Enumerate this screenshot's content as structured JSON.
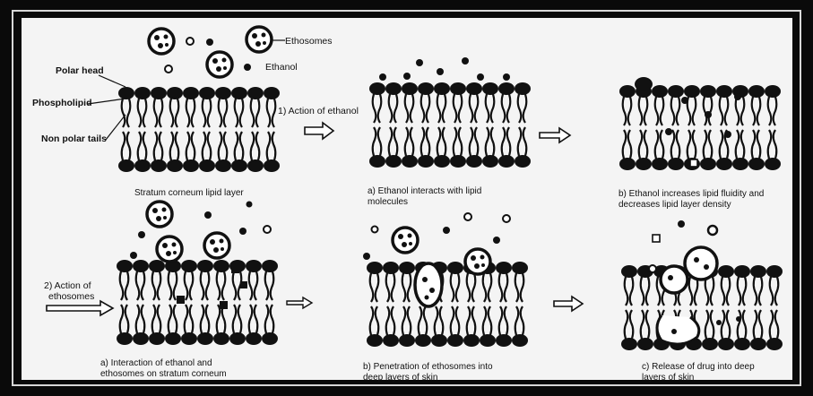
{
  "labels": {
    "ethosomes": "Ethosomes",
    "ethanol": "Ethanol",
    "polar_head": "Polar head",
    "phospholipid": "Phospholipid",
    "non_polar_tails": "Non polar tails",
    "action_ethanol": "1) Action of ethanol",
    "action_ethosomes_1": "2) Action of",
    "action_ethosomes_2": "ethosomes"
  },
  "captions": {
    "r1c1": [
      "Stratum corneum lipid layer"
    ],
    "r1c2": [
      "a) Ethanol interacts with lipid",
      "molecules"
    ],
    "r1c3": [
      "b) Ethanol increases lipid fluidity and",
      "decreases lipid layer density"
    ],
    "r2c1": [
      "a) Interaction of ethanol and",
      "ethosomes on stratum corneum"
    ],
    "r2c2": [
      "b) Penetration of ethosomes into",
      "deep layers of skin"
    ],
    "r2c3": [
      "c) Release of drug into deep",
      "layers of skin"
    ]
  },
  "colors": {
    "frame": "#0a0a0a",
    "panel": "#f4f4f4",
    "ink": "#111111"
  }
}
